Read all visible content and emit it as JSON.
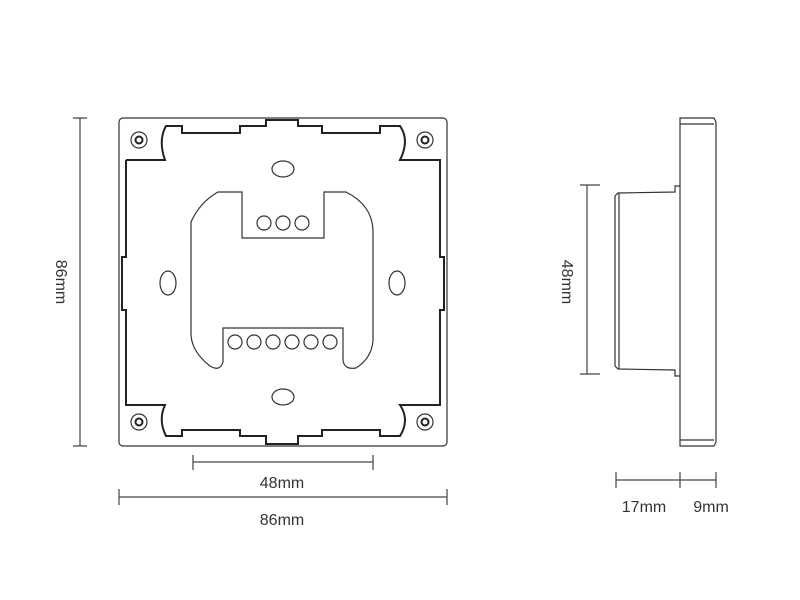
{
  "front_view": {
    "height_label": "86mm",
    "width_label": "86mm",
    "hole_spacing_label": "48mm"
  },
  "side_view": {
    "box_height_label": "48mm",
    "box_depth_label": "17mm",
    "panel_depth_label": "9mm"
  },
  "colors": {
    "line": "#333333",
    "background": "#ffffff"
  }
}
